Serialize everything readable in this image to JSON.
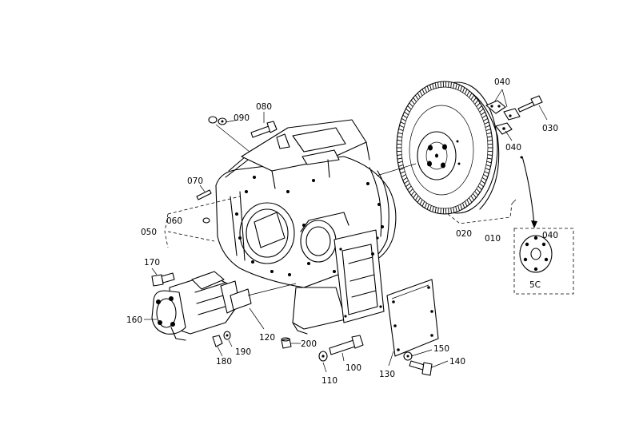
{
  "callouts": [
    {
      "id": "010",
      "text": "010"
    },
    {
      "id": "020",
      "text": "020"
    },
    {
      "id": "030",
      "text": "030"
    },
    {
      "id": "040a",
      "text": "040"
    },
    {
      "id": "040b",
      "text": "040"
    },
    {
      "id": "040c",
      "text": "040"
    },
    {
      "id": "050",
      "text": "050"
    },
    {
      "id": "060",
      "text": "060"
    },
    {
      "id": "070",
      "text": "070"
    },
    {
      "id": "080",
      "text": "080"
    },
    {
      "id": "090",
      "text": "090"
    },
    {
      "id": "100",
      "text": "100"
    },
    {
      "id": "110",
      "text": "110"
    },
    {
      "id": "120",
      "text": "120"
    },
    {
      "id": "130",
      "text": "130"
    },
    {
      "id": "140",
      "text": "140"
    },
    {
      "id": "150",
      "text": "150"
    },
    {
      "id": "160",
      "text": "160"
    },
    {
      "id": "170",
      "text": "170"
    },
    {
      "id": "180",
      "text": "180"
    },
    {
      "id": "190",
      "text": "190"
    },
    {
      "id": "200",
      "text": "200"
    }
  ],
  "inset": {
    "label": "5C"
  }
}
